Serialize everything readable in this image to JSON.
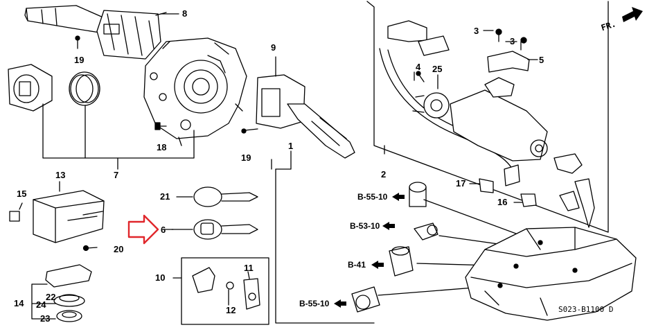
{
  "parts": {
    "p1": "1",
    "p2": "2",
    "p3a": "3",
    "p3b": "3",
    "p4": "4",
    "p5": "5",
    "p6": "6",
    "p7": "7",
    "p8": "8",
    "p9": "9",
    "p10": "10",
    "p11": "11",
    "p12": "12",
    "p13": "13",
    "p14": "14",
    "p15": "15",
    "p16": "16",
    "p17": "17",
    "p18": "18",
    "p19a": "19",
    "p19b": "19",
    "p20": "20",
    "p21": "21",
    "p22": "22",
    "p23": "23",
    "p24": "24",
    "p25": "25"
  },
  "refs": {
    "b55_top": "B-55-10",
    "b53": "B-53-10",
    "b41": "B-41",
    "b55_bottom": "B-55-10"
  },
  "direction": "FR.",
  "diagram_code": "S023-B1100 D",
  "colors": {
    "highlight_arrow": "#e0262b",
    "line": "#000000"
  }
}
